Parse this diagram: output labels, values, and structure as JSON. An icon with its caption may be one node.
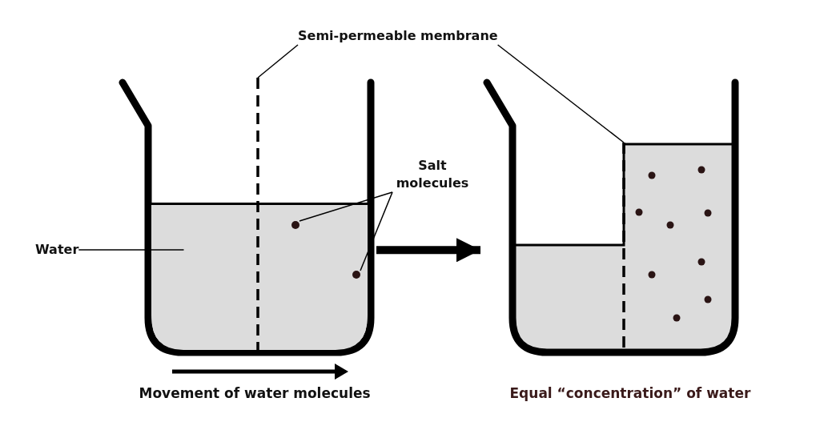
{
  "diagram": {
    "nodes": [
      {
        "text": [
          "Semi-permeable membrane"
        ]
      },
      {
        "text": [],
        "shape": "picture"
      },
      {
        "text": [],
        "shape": "bar",
        "in": 1
      },
      {
        "text": [],
        "shape": "box",
        "in": 1
      },
      {
        "text": [],
        "shape": "circle",
        "in": 3
      },
      {
        "text": [],
        "shape": "circle",
        "in": 3
      },
      {
        "text": [],
        "shape": "picture"
      },
      {
        "text": [],
        "shape": "bar",
        "in": 6
      },
      {
        "text": [
          "Salt molecules"
        ]
      },
      {
        "text": [
          "Water"
        ]
      }
    ],
    "edges": [
      {
        "from": 0,
        "to": 2,
        "arrow": "none"
      },
      {
        "from": 0,
        "to": 7,
        "arrow": "none"
      },
      {
        "from": 8,
        "to": 4,
        "arrow": "none"
      },
      {
        "from": 8,
        "to": 5,
        "arrow": "none"
      },
      {
        "from": 9,
        "to": 3,
        "arrow": "none"
      },
      {
        "from": 1,
        "to": 6,
        "arrow": "to",
        "style": "thick"
      }
    ],
    "labels": [
      "Movement of water molecules",
      "Equal “concentration” of water"
    ]
  }
}
